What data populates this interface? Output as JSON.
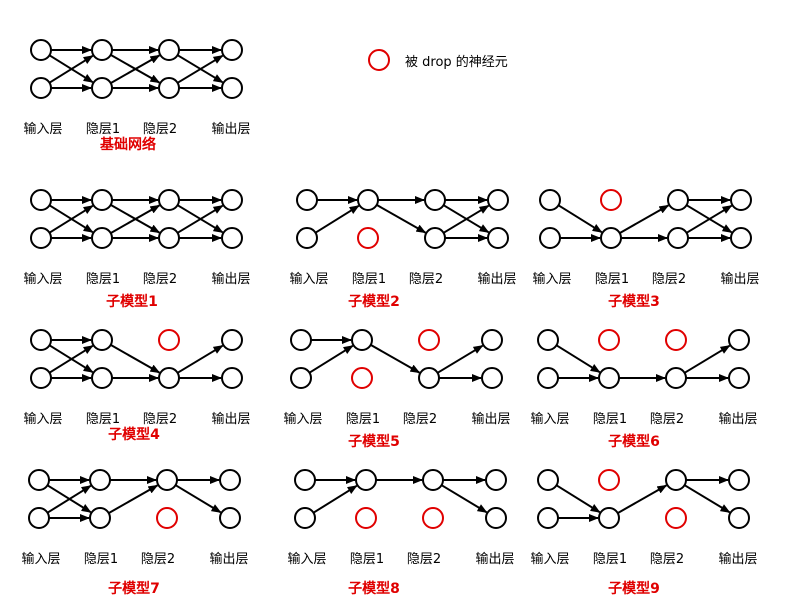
{
  "colors": {
    "normal": "#000000",
    "dropped": "#e00000",
    "title": "#e00000"
  },
  "legend": {
    "text": "被 drop 的神经元"
  },
  "layer_labels": [
    "输入层",
    "隐层1",
    "隐层2",
    "输出层"
  ],
  "networks": [
    {
      "title": "基础网络",
      "dropped": {
        "h1": [],
        "h2": []
      }
    },
    {
      "title": "子模型1",
      "dropped": {
        "h1": [],
        "h2": []
      }
    },
    {
      "title": "子模型2",
      "dropped": {
        "h1": [
          1
        ],
        "h2": []
      }
    },
    {
      "title": "子模型3",
      "dropped": {
        "h1": [
          0
        ],
        "h2": []
      }
    },
    {
      "title": "子模型4",
      "dropped": {
        "h1": [],
        "h2": [
          0
        ]
      }
    },
    {
      "title": "子模型5",
      "dropped": {
        "h1": [
          1
        ],
        "h2": [
          0
        ]
      }
    },
    {
      "title": "子模型6",
      "dropped": {
        "h1": [
          0
        ],
        "h2": [
          0
        ]
      }
    },
    {
      "title": "子模型7",
      "dropped": {
        "h1": [],
        "h2": [
          1
        ]
      }
    },
    {
      "title": "子模型8",
      "dropped": {
        "h1": [
          1
        ],
        "h2": [
          1
        ]
      }
    },
    {
      "title": "子模型9",
      "dropped": {
        "h1": [
          0
        ],
        "h2": [
          1
        ]
      }
    }
  ]
}
